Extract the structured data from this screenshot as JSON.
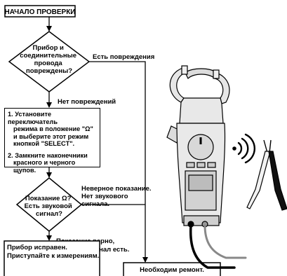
{
  "flowchart": {
    "start": "НАЧАЛО ПРОВЕРКИ",
    "decision1": [
      "Прибор и",
      "соединительные",
      "провода",
      "повреждены?"
    ],
    "label_damaged": "Есть повреждения",
    "label_no_damage": "Нет повреждений",
    "step1": [
      "1. Установите переключатель",
      "режима в положение \"Ω\"",
      "и выберите этот режим",
      "кнопкой \"SELECT\"."
    ],
    "step2": [
      "2. Замкните наконечники",
      "красного и черного щупов."
    ],
    "decision2": [
      "Показание Ω?",
      "Есть звуковой",
      "сигнал?"
    ],
    "label_wrong": [
      "Неверное показание.",
      "Нет звукового",
      "сигнала."
    ],
    "label_correct": [
      "Показание верно,",
      "звуковой сигнал есть."
    ],
    "result_ok": [
      "Прибор исправен.",
      "Приступайте к измерениям."
    ],
    "result_repair": "Необходим ремонт."
  },
  "illustration": {
    "device_icon": "clamp-meter-icon",
    "sound_icon": "sound-waves-icon",
    "probes_icon": "test-probes-icon"
  }
}
